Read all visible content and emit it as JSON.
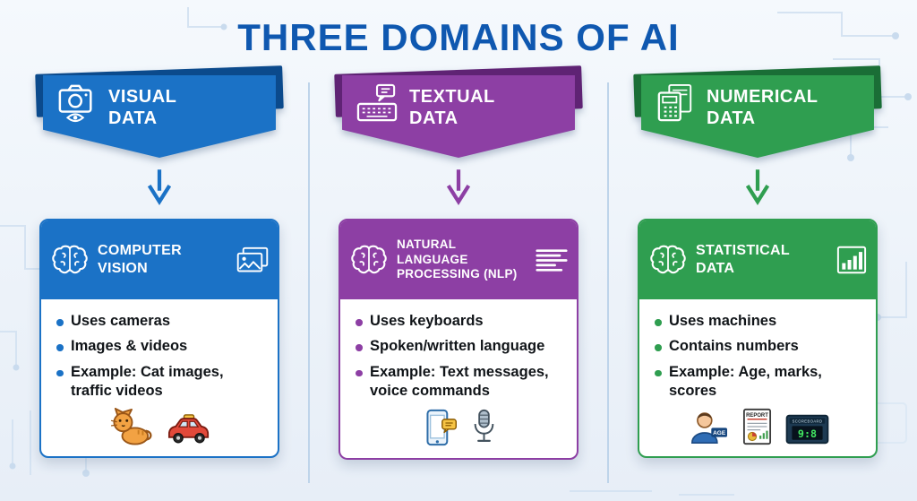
{
  "title": "THREE DOMAINS OF AI",
  "colors": {
    "column_blue": "#1b72c6",
    "column_purple": "#8d3fa4",
    "column_green": "#2f9e50",
    "title_text": "#0f58b0",
    "bullet_text": "#101418",
    "background": "#eef4fa"
  },
  "columns": [
    {
      "color": "#1b72c6",
      "banner": {
        "label": "VISUAL DATA",
        "icon": "camera-eye-icon"
      },
      "arrow_icon": "down-arrow-icon",
      "card": {
        "title": "COMPUTER VISION",
        "left_icon": "brain-icon",
        "right_icon": "photos-icon",
        "bullets": [
          "Uses cameras",
          "Images & videos",
          "Example: Cat images, traffic videos"
        ],
        "footer_icons": [
          "cat-icon",
          "car-icon"
        ]
      }
    },
    {
      "color": "#8d3fa4",
      "banner": {
        "label": "TEXTUAL DATA",
        "icon": "keyboard-chat-icon"
      },
      "arrow_icon": "down-arrow-icon",
      "card": {
        "title": "NATURAL LANGUAGE PROCESSING (NLP)",
        "left_icon": "brain-icon",
        "right_icon": "text-lines-icon",
        "bullets": [
          "Uses keyboards",
          "Spoken/written language",
          "Example: Text messages, voice commands"
        ],
        "footer_icons": [
          "phone-chat-icon",
          "microphone-icon"
        ]
      }
    },
    {
      "color": "#2f9e50",
      "banner": {
        "label": "NUMERICAL DATA",
        "icon": "calculator-icon"
      },
      "arrow_icon": "down-arrow-icon",
      "card": {
        "title": "STATISTICAL DATA",
        "left_icon": "brain-icon",
        "right_icon": "bar-chart-icon",
        "bullets": [
          "Uses machines",
          "Contains numbers",
          "Example: Age, marks, scores"
        ],
        "footer_icons": [
          "person-age-icon",
          "report-icon",
          "scoreboard-icon"
        ],
        "icon_labels": {
          "age": "AGE",
          "report": "REPORT",
          "scoreboard": "SCOREBOARD",
          "score": "9:8"
        }
      }
    }
  ]
}
